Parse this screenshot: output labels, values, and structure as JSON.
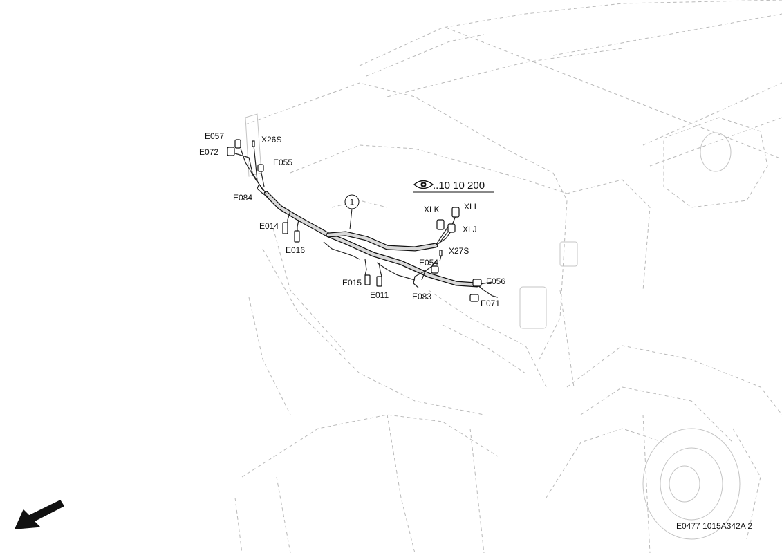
{
  "diagram": {
    "reference": "..10 10 200",
    "callout": "1",
    "drawing_code": "E0477 1015A342A 2",
    "connectors": {
      "e057": "E057",
      "e072": "E072",
      "x26s": "X26S",
      "e055": "E055",
      "e084": "E084",
      "e014": "E014",
      "e016": "E016",
      "xlk": "XLK",
      "xli": "XLI",
      "xlj": "XLJ",
      "x27s": "X27S",
      "e054": "E054",
      "e015": "E015",
      "e011": "E011",
      "e083": "E083",
      "e056": "E056",
      "e071": "E071"
    },
    "icons": {
      "view": "eye-icon",
      "direction": "direction-arrow-icon"
    }
  }
}
